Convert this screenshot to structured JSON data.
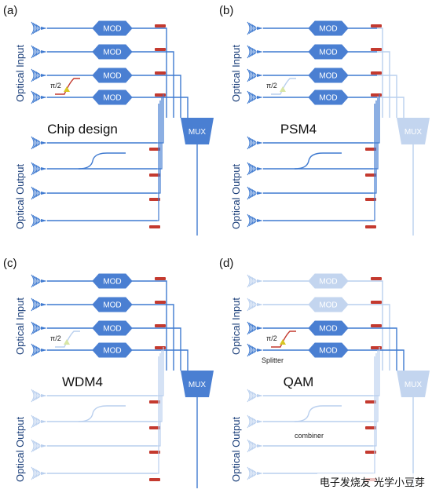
{
  "colors": {
    "wire": "#3f7ad0",
    "wire_faded": "#b9cfee",
    "block": "#4a7fd2",
    "block_faded": "#c3d5ef",
    "phase": "#c43a2f"
  },
  "panels": [
    {
      "id": "a",
      "label": "(a)",
      "title": "Chip design",
      "labels_faded": false,
      "output_faded": false,
      "mod_faded": [
        false,
        false,
        false,
        false
      ],
      "mux_faded": false,
      "phase_active": true,
      "extra_top": [],
      "extra_bottom": []
    },
    {
      "id": "b",
      "label": "(b)",
      "title": "PSM4",
      "labels_faded": false,
      "output_faded": false,
      "mod_faded": [
        false,
        false,
        false,
        false
      ],
      "mux_faded": true,
      "phase_active": false,
      "extra_top": [],
      "extra_bottom": []
    },
    {
      "id": "c",
      "label": "(c)",
      "title": "WDM4",
      "labels_faded": false,
      "output_faded": true,
      "mod_faded": [
        false,
        false,
        false,
        false
      ],
      "mux_faded": false,
      "phase_active": false,
      "extra_top": [],
      "extra_bottom": []
    },
    {
      "id": "d",
      "label": "(d)",
      "title": "QAM",
      "labels_faded": true,
      "output_faded": true,
      "mod_faded": [
        true,
        true,
        false,
        false
      ],
      "mux_faded": true,
      "phase_active": true,
      "extra_top": [
        "Splitter"
      ],
      "extra_bottom": [
        "combiner"
      ]
    }
  ],
  "common": {
    "optical_input": "Optical Input",
    "optical_output": "Optical Output",
    "mod": "MOD",
    "mux": "MUX",
    "phase": "π/2"
  },
  "watermark": "电子发烧友 光学小豆芽"
}
